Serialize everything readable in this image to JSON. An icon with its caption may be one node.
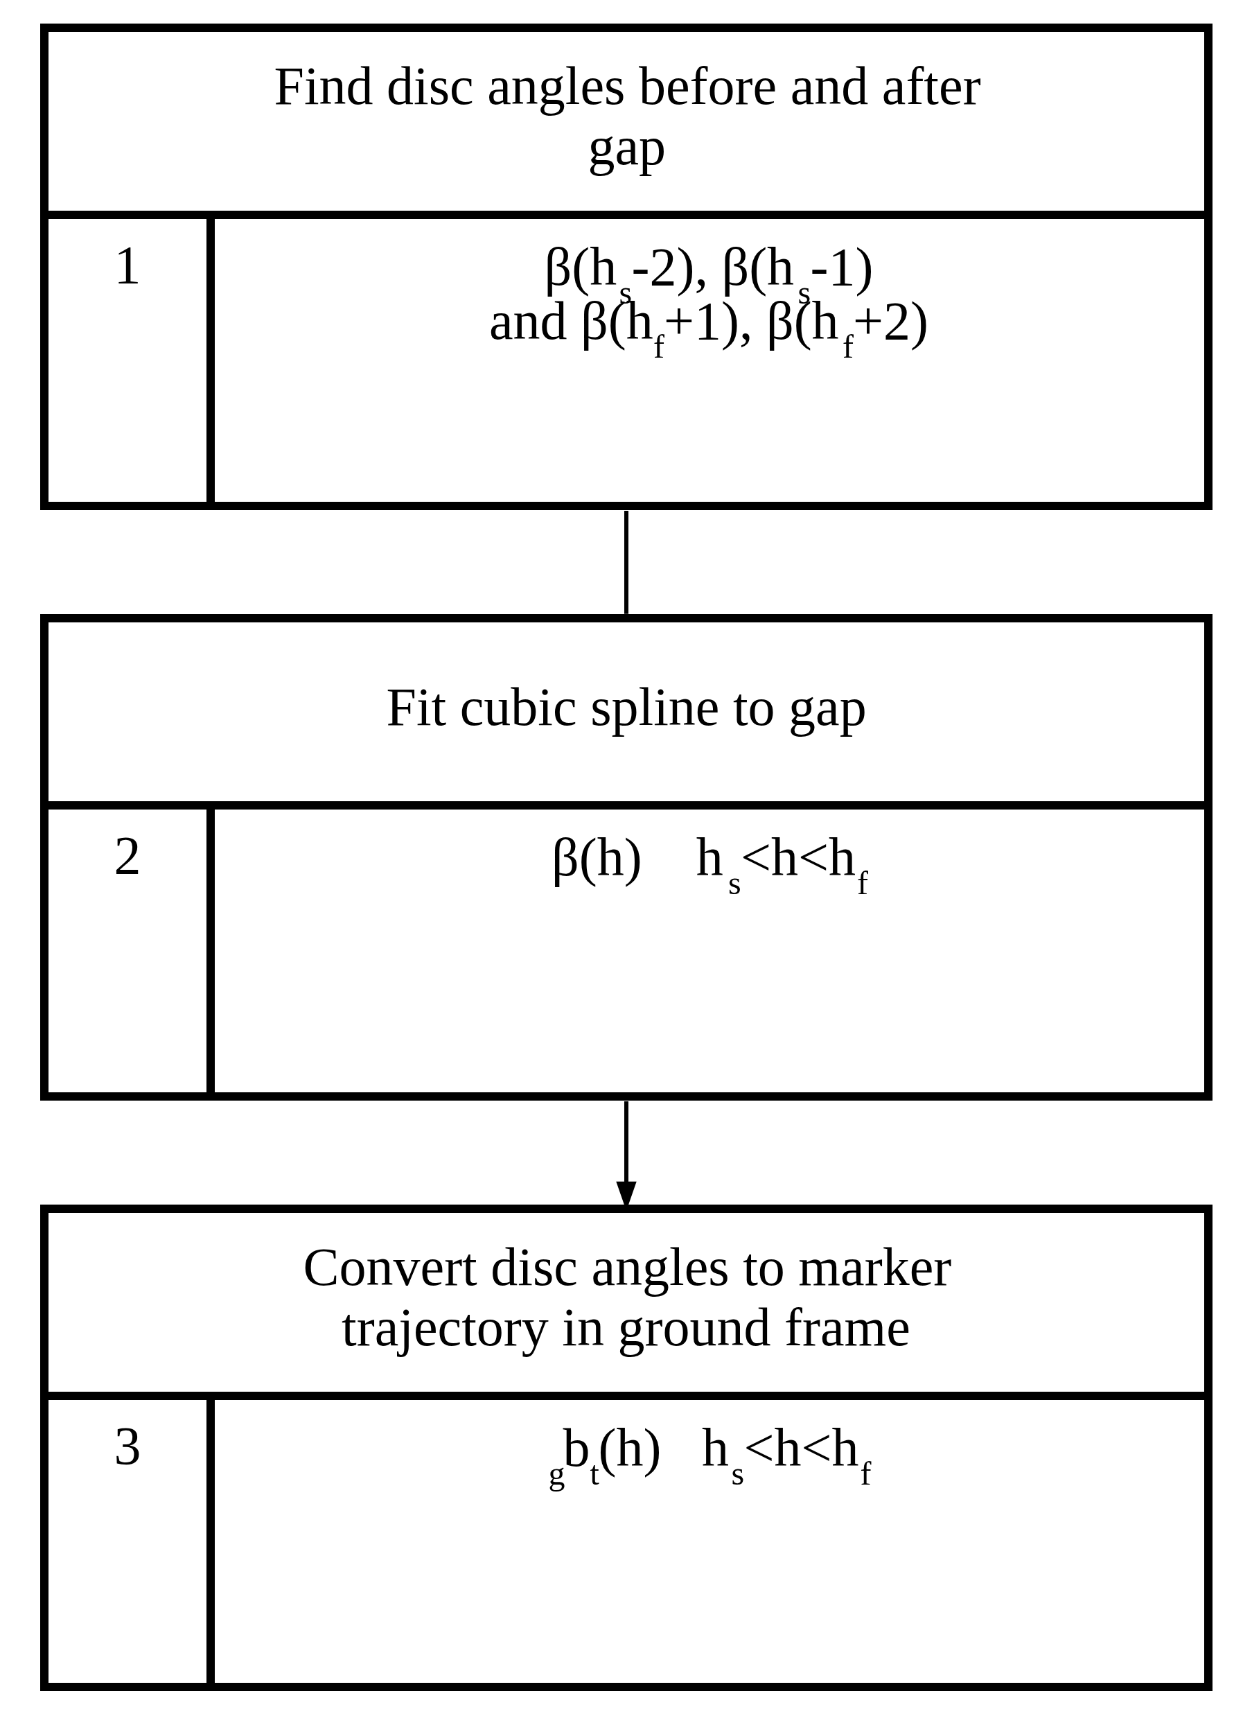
{
  "diagram": {
    "nodes": [
      {
        "text": [
          "Find disc angles before and after gap",
          "1",
          "β(h$_{s}$-2), β(h$_{s}$-1) and β(h$_{f}$+1), β(h$_{f}$+2)"
        ]
      },
      {
        "text": [
          "Fit cubic spline to gap",
          "2",
          "β(h)    h$_{s}$<h<h$_{f}$"
        ]
      },
      {
        "text": [
          "Convert disc angles to marker trajectory in ground frame",
          "3",
          "$_{g}$b$_{t}$(h)   h$_{s}$<h<h$_{f}$"
        ]
      }
    ],
    "edges": [
      {
        "from": 0,
        "to": 1,
        "arrow": "none"
      },
      {
        "from": 1,
        "to": 2,
        "arrow": "to"
      }
    ]
  }
}
